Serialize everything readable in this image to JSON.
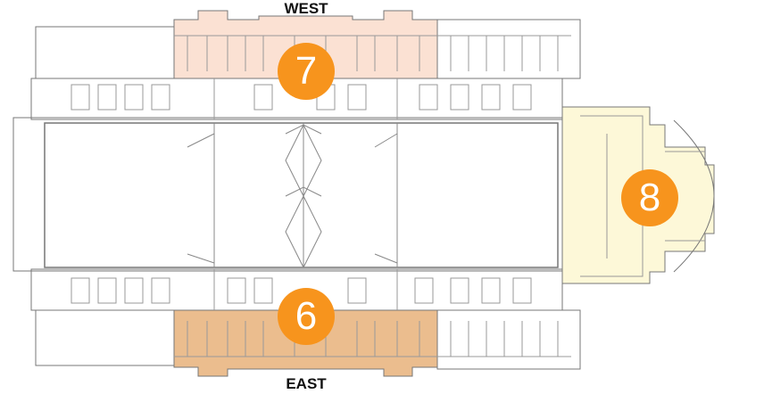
{
  "labels": {
    "north": "WEST",
    "south": "EAST"
  },
  "zones": [
    {
      "id": "7",
      "label": "7",
      "color": "#fbe1d3"
    },
    {
      "id": "6",
      "label": "6",
      "color": "#ebbd8e"
    },
    {
      "id": "8",
      "label": "8",
      "color": "#fdf8d8"
    }
  ],
  "colors": {
    "marker": "#f7941d",
    "line": "#777777"
  }
}
